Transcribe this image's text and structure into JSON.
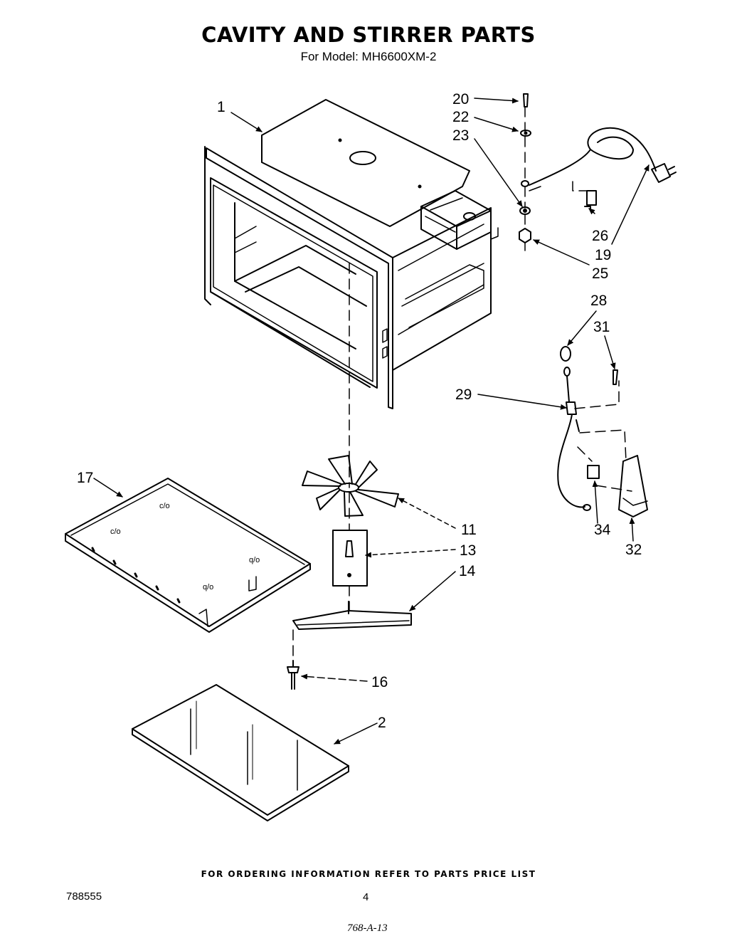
{
  "header": {
    "title": "CAVITY AND STIRRER PARTS",
    "model_label": "For Model:",
    "model_number": "MH6600XM-2"
  },
  "callouts": {
    "c1": "1",
    "c2": "2",
    "c11": "11",
    "c13": "13",
    "c14": "14",
    "c16": "16",
    "c17": "17",
    "c19": "19",
    "c20": "20",
    "c22": "22",
    "c23": "23",
    "c25": "25",
    "c26": "26",
    "c28": "28",
    "c29": "29",
    "c31": "31",
    "c32": "32",
    "c34": "34"
  },
  "footer": {
    "ordering_note": "FOR ORDERING INFORMATION REFER TO PARTS PRICE LIST",
    "document_number": "788555",
    "page_number": "4",
    "stamp": "768-A-13"
  }
}
